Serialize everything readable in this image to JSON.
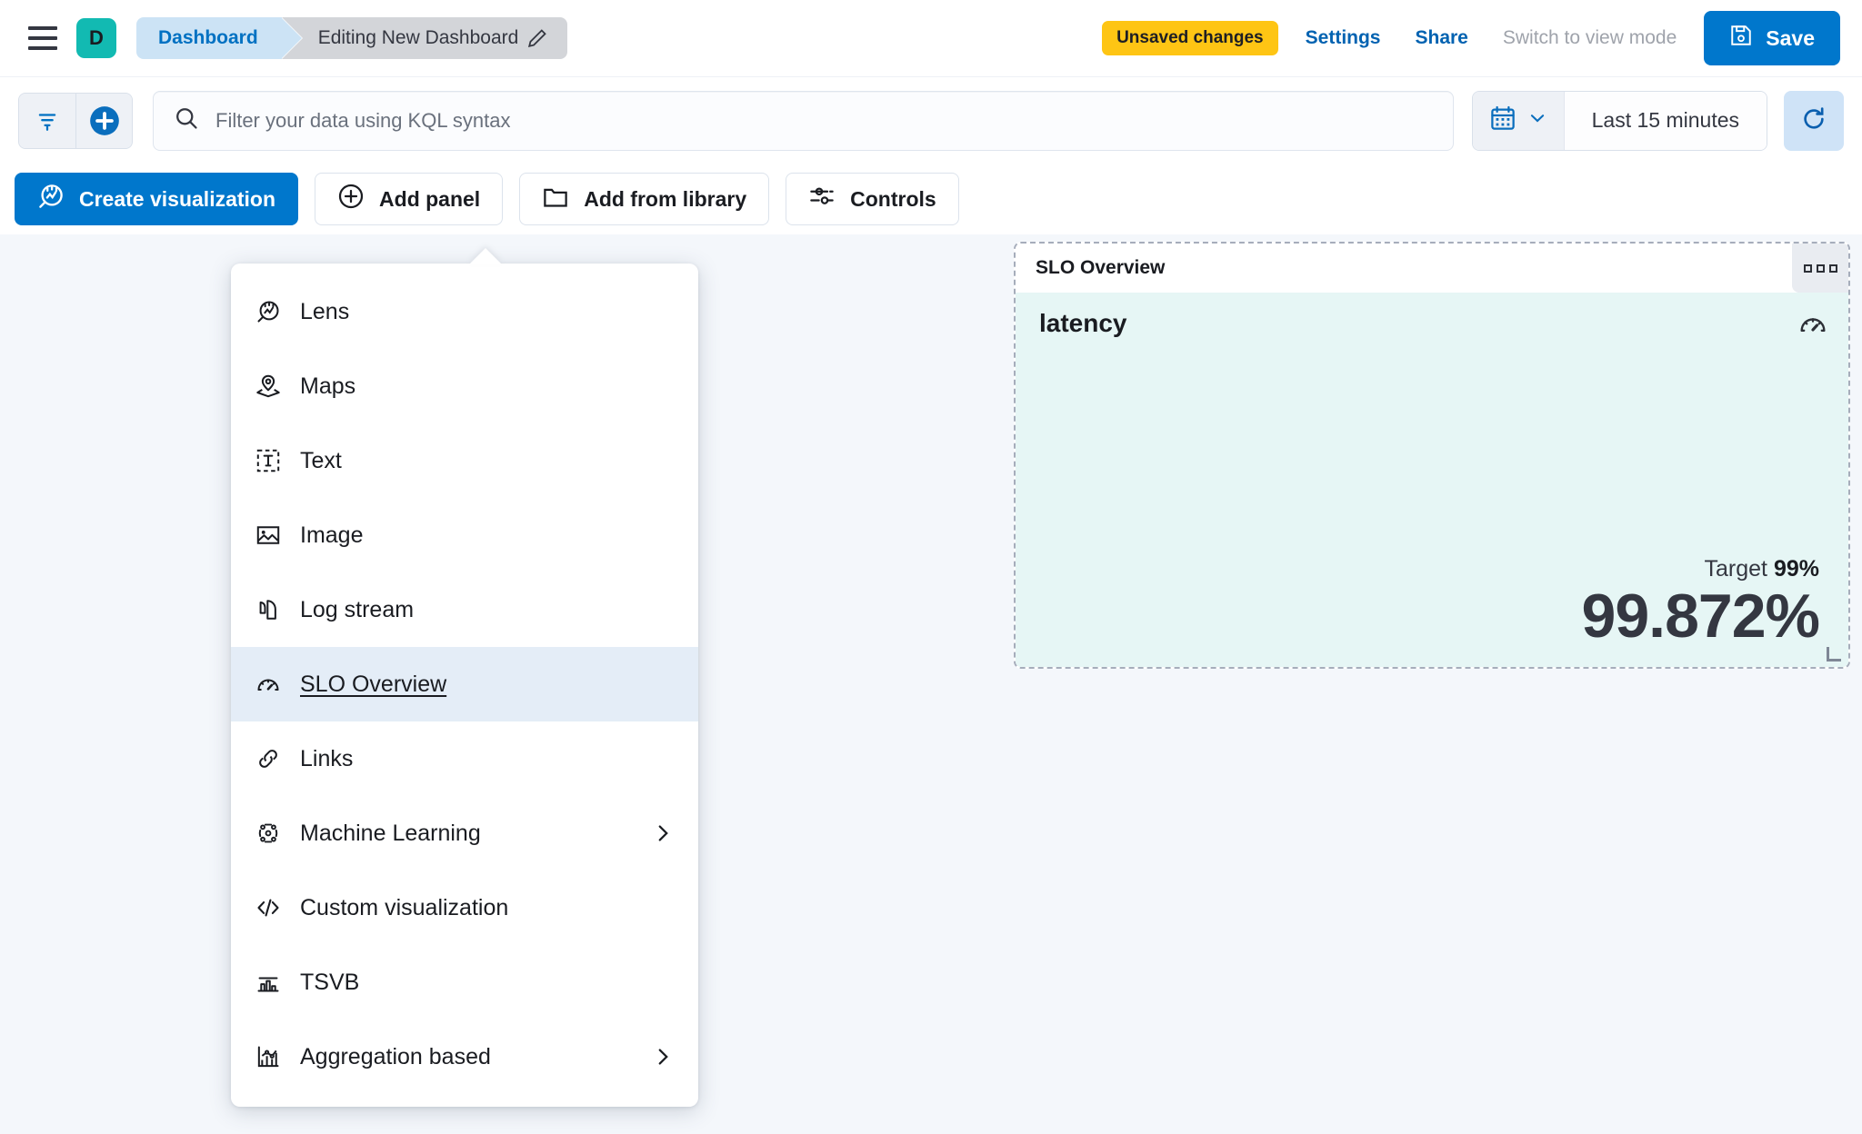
{
  "header": {
    "menu_icon": "hamburger-icon",
    "space_initial": "D",
    "breadcrumb_home": "Dashboard",
    "breadcrumb_current": "Editing New Dashboard",
    "edit_icon": "pencil-icon",
    "unsaved_badge": "Unsaved changes",
    "settings_link": "Settings",
    "share_link": "Share",
    "view_mode_link": "Switch to view mode",
    "save_label": "Save",
    "save_icon": "save-disk-icon",
    "accent_color": "#0077cc",
    "warning_color": "#fec514",
    "space_color": "#12bab2"
  },
  "querybar": {
    "filter_icon": "filter-icon",
    "add_filter_icon": "plus-circle-icon",
    "search_icon": "search-icon",
    "search_value": "",
    "search_placeholder": "Filter your data using KQL syntax",
    "calendar_icon": "calendar-icon",
    "chevron_icon": "chevron-down-icon",
    "time_range": "Last 15 minutes",
    "refresh_icon": "refresh-icon"
  },
  "toolbar": {
    "create_visualization": "Create visualization",
    "create_visualization_icon": "lens-icon",
    "add_panel": "Add panel",
    "add_panel_icon": "plus-circle-icon",
    "add_from_library": "Add from library",
    "add_from_library_icon": "folder-icon",
    "controls": "Controls",
    "controls_icon": "controls-sliders-icon"
  },
  "add_panel_menu": {
    "items": [
      {
        "label": "Lens",
        "icon": "lens-icon",
        "has_submenu": false,
        "selected": false
      },
      {
        "label": "Maps",
        "icon": "maps-pin-icon",
        "has_submenu": false,
        "selected": false
      },
      {
        "label": "Text",
        "icon": "text-box-icon",
        "has_submenu": false,
        "selected": false
      },
      {
        "label": "Image",
        "icon": "image-icon",
        "has_submenu": false,
        "selected": false
      },
      {
        "label": "Log stream",
        "icon": "log-stream-icon",
        "has_submenu": false,
        "selected": false
      },
      {
        "label": "SLO Overview",
        "icon": "gauge-icon",
        "has_submenu": false,
        "selected": true
      },
      {
        "label": "Links",
        "icon": "link-icon",
        "has_submenu": false,
        "selected": false
      },
      {
        "label": "Machine Learning",
        "icon": "ml-nodes-icon",
        "has_submenu": true,
        "selected": false
      },
      {
        "label": "Custom visualization",
        "icon": "code-icon",
        "has_submenu": false,
        "selected": false
      },
      {
        "label": "TSVB",
        "icon": "tsvb-bars-icon",
        "has_submenu": false,
        "selected": false
      },
      {
        "label": "Aggregation based",
        "icon": "agg-chart-icon",
        "has_submenu": true,
        "selected": false
      }
    ],
    "submenu_icon": "chevron-right-icon"
  },
  "panel": {
    "title": "SLO Overview",
    "context_menu_icon": "panel-context-menu-icon",
    "slo_name": "latency",
    "type_icon": "gauge-icon",
    "target_label": "Target",
    "target_value": "99%",
    "sli_value": "99.872%",
    "background_color": "#e6f6f5",
    "resize_handle_icon": "resize-handle-icon"
  }
}
